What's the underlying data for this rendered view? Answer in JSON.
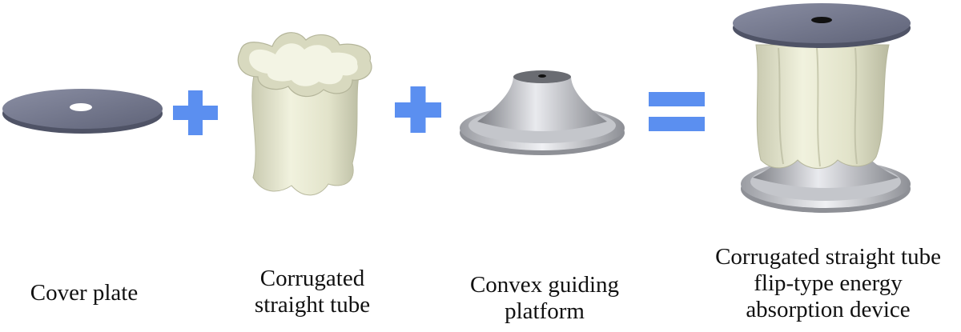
{
  "components": {
    "cover_plate": {
      "label": "Cover plate"
    },
    "corrugated_tube": {
      "label_line1": "Corrugated",
      "label_line2": "straight tube"
    },
    "convex_platform": {
      "label_line1": "Convex guiding",
      "label_line2": "platform"
    }
  },
  "result": {
    "label_line1": "Corrugated straight tube",
    "label_line2": "flip-type energy",
    "label_line3": "absorption device"
  },
  "operators": {
    "plus": "+",
    "equals": "="
  },
  "colors": {
    "operator": "#5b8ff0",
    "cover_plate": "#6e7287",
    "tube": "#e6e7cf",
    "platform": "#c9cace",
    "background": "#ffffff"
  }
}
